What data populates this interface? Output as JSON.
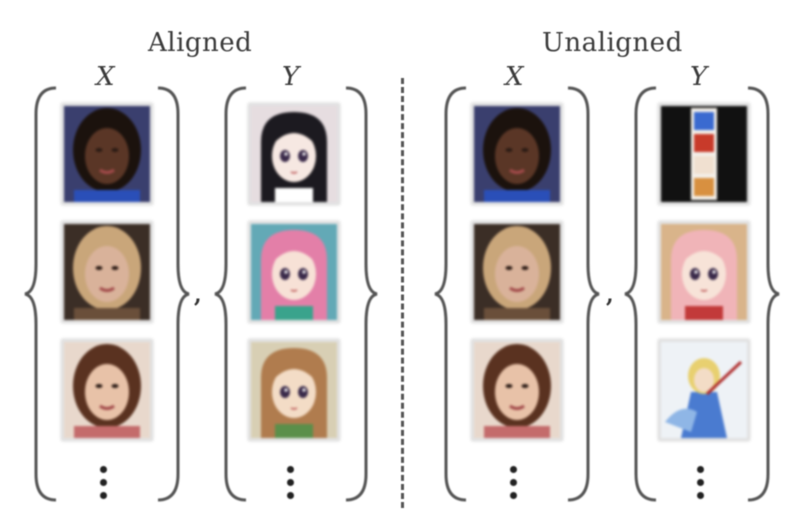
{
  "titles": {
    "aligned": "Aligned",
    "unaligned": "Unaligned"
  },
  "labels": {
    "x": "X",
    "y": "Y"
  },
  "separator": ",",
  "colors": {
    "brace": "#555555",
    "tile_border": "#e2e2e2",
    "divider": "#555555"
  },
  "tiles": [
    {
      "name": "aligned-x-photo-1",
      "icon": "portrait-photo",
      "bg": "#3a3f6e",
      "skin": "#5a3626",
      "hair": "#1b120d",
      "accent": "#2a4fb8"
    },
    {
      "name": "aligned-x-photo-2",
      "icon": "portrait-photo",
      "bg": "#3b2e26",
      "skin": "#d9b29a",
      "hair": "#c9a67a",
      "accent": "#6a4f3a"
    },
    {
      "name": "aligned-x-photo-3",
      "icon": "portrait-photo",
      "bg": "#e8d8cc",
      "skin": "#e8c2a8",
      "hair": "#5a3220",
      "accent": "#c46b6b"
    },
    {
      "name": "aligned-y-anime-1",
      "icon": "anime-face",
      "bg": "#e6dde0",
      "skin": "#f6e8e2",
      "hair": "#1c1a20",
      "accent": "#ffffff"
    },
    {
      "name": "aligned-y-anime-2",
      "icon": "anime-face",
      "bg": "#63a9b6",
      "skin": "#f7e1d6",
      "hair": "#e37fa8",
      "accent": "#3aa38c"
    },
    {
      "name": "aligned-y-anime-3",
      "icon": "anime-face",
      "bg": "#d8cfb4",
      "skin": "#f3dcc6",
      "hair": "#b07c4e",
      "accent": "#5b8f4a"
    },
    {
      "name": "unaligned-x-photo-1",
      "icon": "portrait-photo",
      "bg": "#3a3f6e",
      "skin": "#5a3626",
      "hair": "#1b120d",
      "accent": "#2a4fb8"
    },
    {
      "name": "unaligned-x-photo-2",
      "icon": "portrait-photo",
      "bg": "#3b2e26",
      "skin": "#d9b29a",
      "hair": "#c9a67a",
      "accent": "#6a4f3a"
    },
    {
      "name": "unaligned-x-photo-3",
      "icon": "portrait-photo",
      "bg": "#e8d8cc",
      "skin": "#e8c2a8",
      "hair": "#5a3220",
      "accent": "#c46b6b"
    },
    {
      "name": "unaligned-y-anime-1",
      "icon": "comic-strip",
      "bg": "#111111",
      "skin": "#f0e0d0",
      "hair": "#c83a2a",
      "accent": "#3a6ad0"
    },
    {
      "name": "unaligned-y-anime-2",
      "icon": "anime-face",
      "bg": "#d9b48a",
      "skin": "#f7e3d8",
      "hair": "#f0b4b8",
      "accent": "#c23a3a"
    },
    {
      "name": "unaligned-y-anime-3",
      "icon": "anime-figure",
      "bg": "#eef2f6",
      "skin": "#f3dcc6",
      "hair": "#e8d070",
      "accent": "#4a7bd0"
    }
  ]
}
